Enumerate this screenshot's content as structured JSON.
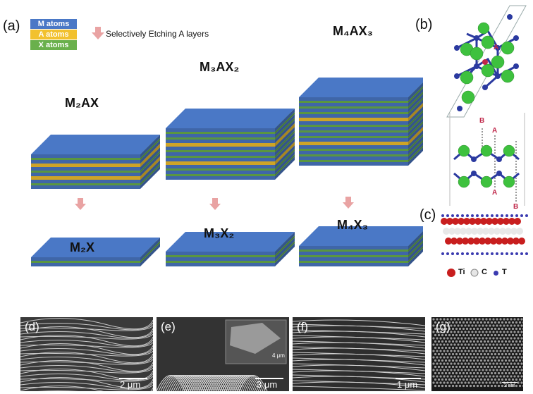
{
  "panel_a": {
    "letter": "(a)",
    "legend": [
      "M atoms",
      "A atoms",
      "X atoms"
    ],
    "etch_label": "Selectively Etching A layers",
    "stacks": [
      {
        "top": "M₂AX",
        "bottom": "M₂X"
      },
      {
        "top": "M₃AX₂",
        "bottom": "M₃X₂"
      },
      {
        "top": "M₄AX₃",
        "bottom": "M₄X₃"
      }
    ]
  },
  "panel_b": {
    "letter": "(b)",
    "site_a": "A",
    "site_b": "B"
  },
  "panel_c": {
    "letter": "(c)",
    "legend": [
      "Ti",
      "C",
      "T"
    ]
  },
  "sem": [
    {
      "letter": "(d)",
      "scale": "2 μm"
    },
    {
      "letter": "(e)",
      "scale": "3 μm",
      "inset_scale": "4 μm"
    },
    {
      "letter": "(f)",
      "scale": "1 μm"
    },
    {
      "letter": "(g)",
      "scale": "2 nm"
    }
  ],
  "colors": {
    "M": "#4a78c6",
    "A": "#f2c12e",
    "X": "#6ab04c",
    "arrow": "#e9a3a3"
  }
}
